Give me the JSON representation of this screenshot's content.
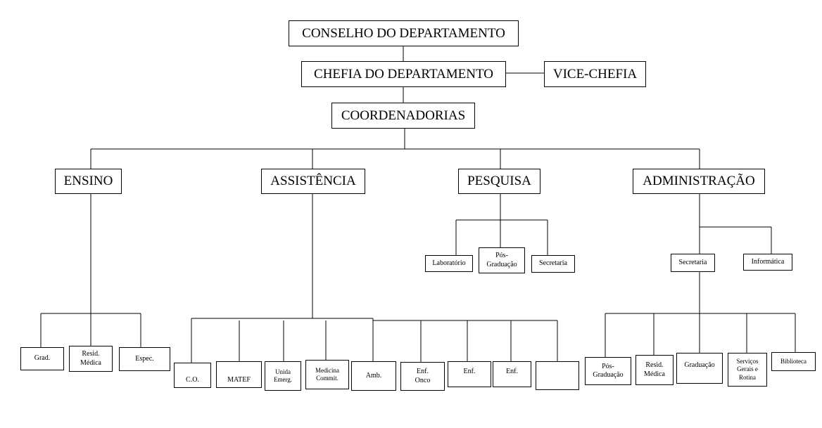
{
  "top": {
    "conselho": "CONSELHO DO DEPARTAMENTO",
    "chefia": "CHEFIA DO DEPARTAMENTO",
    "vice_chefia": "VICE-CHEFIA",
    "coordenadorias": "COORDENADORIAS"
  },
  "areas": {
    "ensino": "ENSINO",
    "assistencia": "ASSISTÊNCIA",
    "pesquisa": "PESQUISA",
    "administracao": "ADMINISTRAÇÃO"
  },
  "ensino_units": [
    "Grad.",
    "Resid.\nMédica",
    "Espec."
  ],
  "assistencia_units": [
    "C.O.",
    "MATEF",
    "Unida\nEmerg.",
    "Medicina\nCommit.",
    "Amb.",
    "Enf.\nOnco",
    "Enf.",
    "Enf.",
    ""
  ],
  "pesquisa_units": [
    "Laboratório",
    "Pós-\nGraduação",
    "Secretaria"
  ],
  "administracao_units": {
    "secretaria": "Secretaria",
    "informatica": "Informática",
    "secretaria_units": [
      "Pós-\nGraduação",
      "Resid.\nMédica",
      "Graduação",
      "Serviços\nGerais e\nRotina",
      "Biblioteca"
    ]
  }
}
